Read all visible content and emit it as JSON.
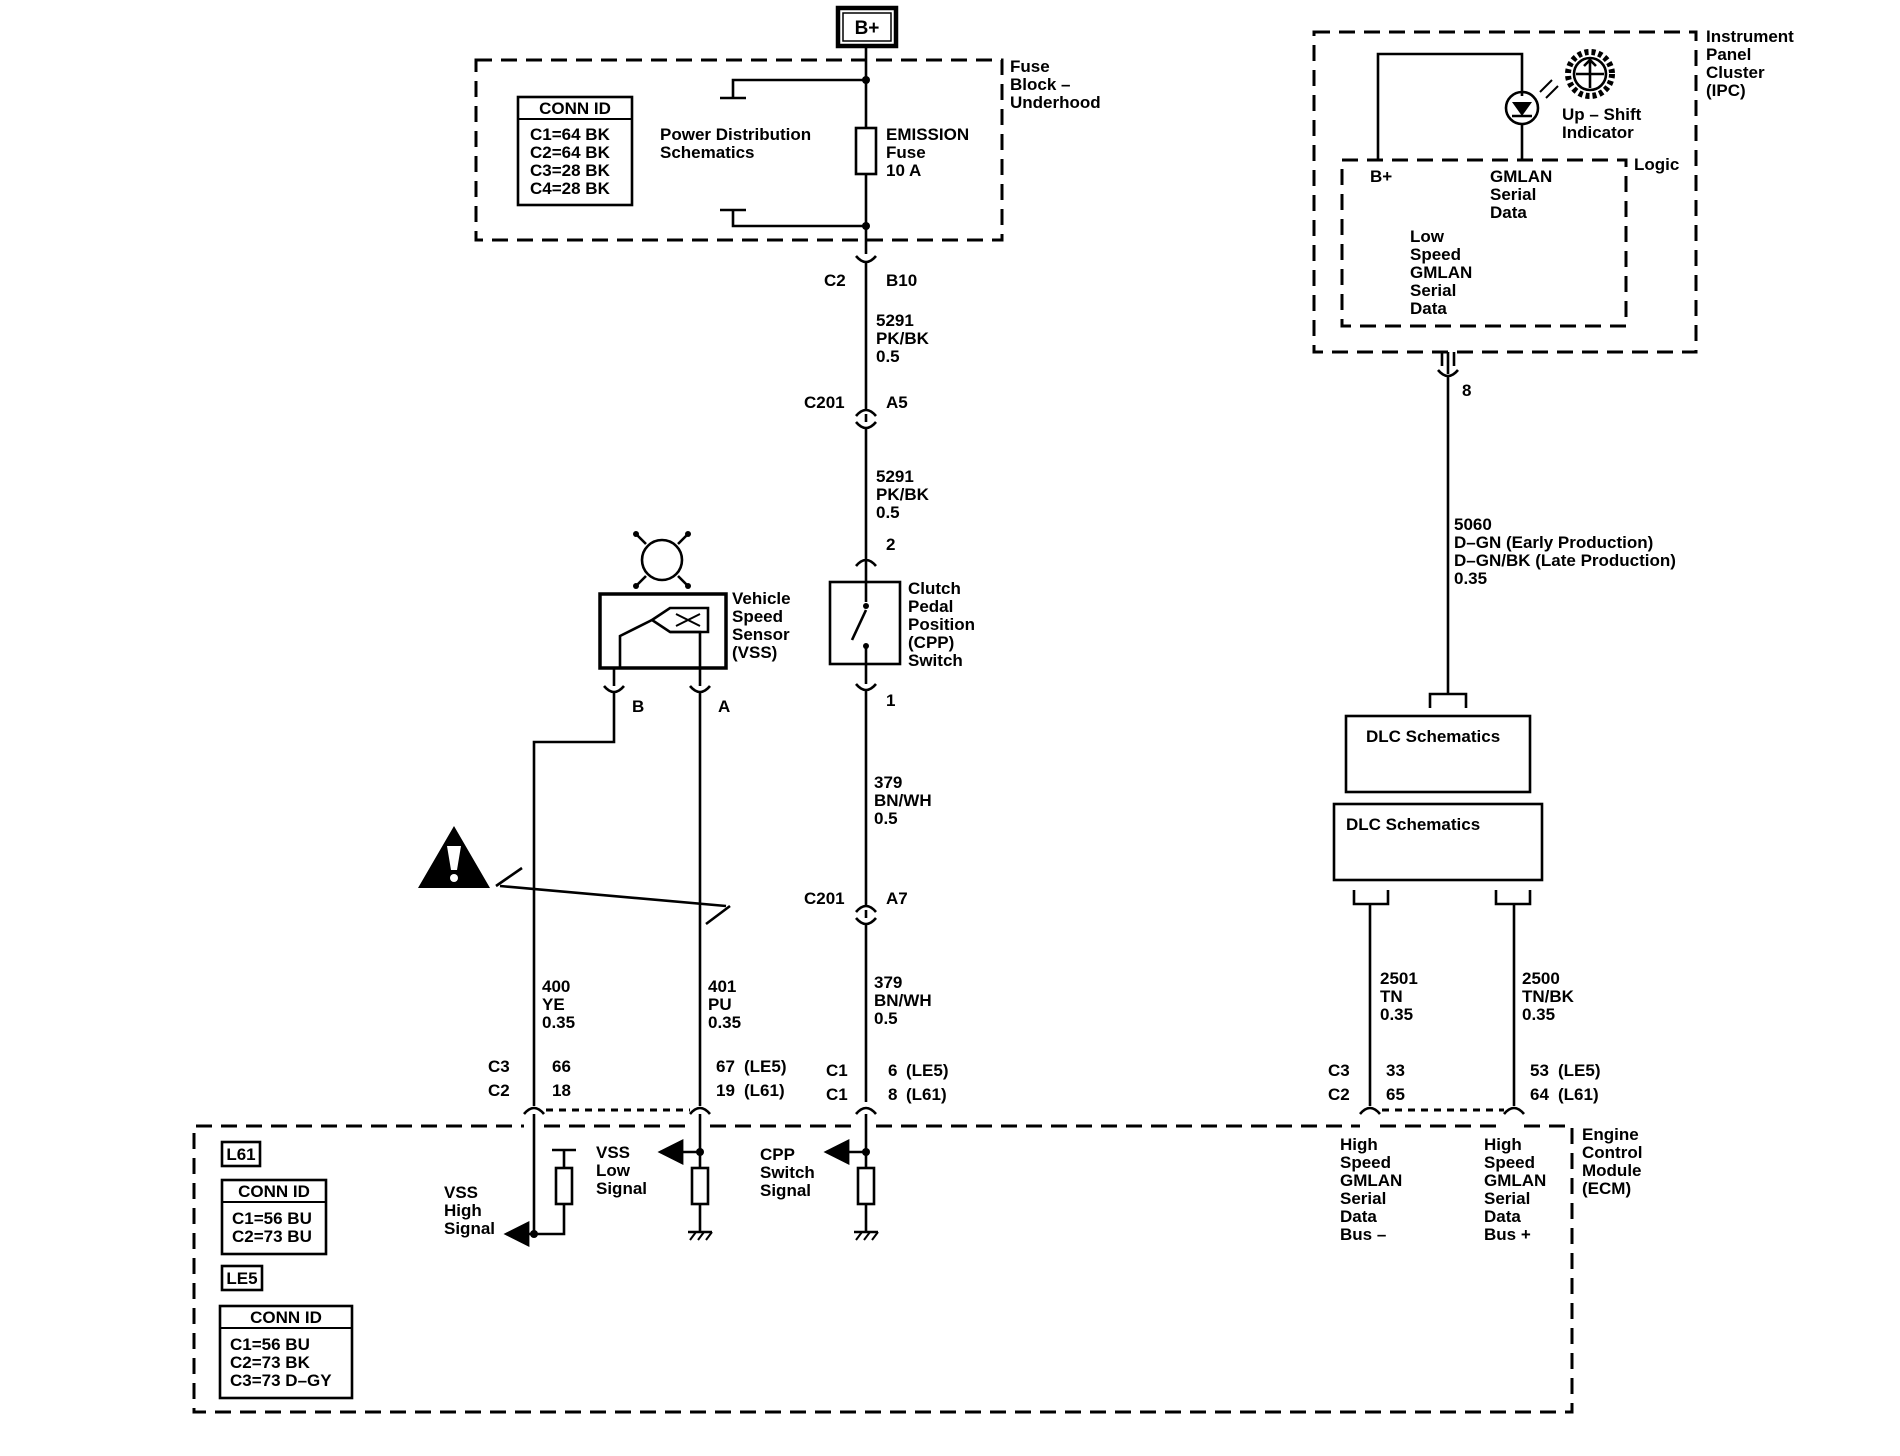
{
  "power": {
    "bplus": "B+"
  },
  "fuse_block": {
    "name_line1": "Fuse",
    "name_line2": "Block –",
    "name_line3": "Underhood",
    "conn_id_title": "CONN ID",
    "conn_ids": [
      "C1=64 BK",
      "C2=64 BK",
      "C3=28 BK",
      "C4=28 BK"
    ],
    "pds_line1": "Power Distribution",
    "pds_line2": "Schematics",
    "fuse_line1": "EMISSION",
    "fuse_line2": "Fuse",
    "fuse_line3": "10 A"
  },
  "main_wire": {
    "conn_c2": "C2",
    "pin_b10": "B10",
    "seg1": [
      "5291",
      "PK/BK",
      "0.5"
    ],
    "c201_top": "C201",
    "pin_a5": "A5",
    "seg2": [
      "5291",
      "PK/BK",
      "0.5"
    ],
    "pin_2": "2",
    "cpp_switch": [
      "Clutch",
      "Pedal",
      "Position",
      "(CPP)",
      "Switch"
    ],
    "pin_1": "1",
    "seg3": [
      "379",
      "BN/WH",
      "0.5"
    ],
    "c201_bottom": "C201",
    "pin_a7": "A7",
    "seg4": [
      "379",
      "BN/WH",
      "0.5"
    ],
    "c1_a": "C1",
    "c1_a_pin": "6",
    "c1_a_opt": "(LE5)",
    "c1_b": "C1",
    "c1_b_pin": "8",
    "c1_b_opt": "(L61)"
  },
  "vss": {
    "name": [
      "Vehicle",
      "Speed",
      "Sensor",
      "(VSS)"
    ],
    "pin_b": "B",
    "pin_a": "A",
    "wire400": [
      "400",
      "YE",
      "0.35"
    ],
    "wire401": [
      "401",
      "PU",
      "0.35"
    ],
    "c3": "C3",
    "c3_pin": "66",
    "c2": "C2",
    "c2_pin": "18",
    "pin67": "67",
    "pin67_opt": "(LE5)",
    "pin19": "19",
    "pin19_opt": "(L61)"
  },
  "ipc": {
    "name": [
      "Instrument",
      "Panel",
      "Cluster",
      "(IPC)"
    ],
    "upshift": [
      "Up – Shift",
      "Indicator"
    ],
    "logic": "Logic",
    "bplus": "B+",
    "gmlan": [
      "GMLAN",
      "Serial",
      "Data"
    ],
    "low_speed": [
      "Low",
      "Speed",
      "GMLAN",
      "Serial",
      "Data"
    ],
    "pin8": "8",
    "wire5060": [
      "5060",
      "D–GN (Early Production)",
      "D–GN/BK (Late Production)",
      "0.35"
    ]
  },
  "dlc": {
    "upper": "DLC Schematics",
    "lower": "DLC Schematics",
    "wire2501": [
      "2501",
      "TN",
      "0.35"
    ],
    "wire2500": [
      "2500",
      "TN/BK",
      "0.35"
    ],
    "c3": "C3",
    "c3_pin": "33",
    "c2": "C2",
    "c2_pin": "65",
    "pin53": "53",
    "pin53_opt": "(LE5)",
    "pin64": "64",
    "pin64_opt": "(L61)"
  },
  "ecm": {
    "name": [
      "Engine",
      "Control",
      "Module",
      "(ECM)"
    ],
    "l61_tag": "L61",
    "l61_title": "CONN ID",
    "l61_ids": [
      "C1=56 BU",
      "C2=73 BU"
    ],
    "le5_tag": "LE5",
    "le5_title": "CONN ID",
    "le5_ids": [
      "C1=56 BU",
      "C2=73 BK",
      "C3=73 D–GY"
    ],
    "vss_high": [
      "VSS",
      "High",
      "Signal"
    ],
    "vss_low": [
      "VSS",
      "Low",
      "Signal"
    ],
    "cpp_signal": [
      "CPP",
      "Switch",
      "Signal"
    ],
    "hs_minus": [
      "High",
      "Speed",
      "GMLAN",
      "Serial",
      "Data",
      "Bus –"
    ],
    "hs_plus": [
      "High",
      "Speed",
      "GMLAN",
      "Serial",
      "Data",
      "Bus +"
    ]
  }
}
